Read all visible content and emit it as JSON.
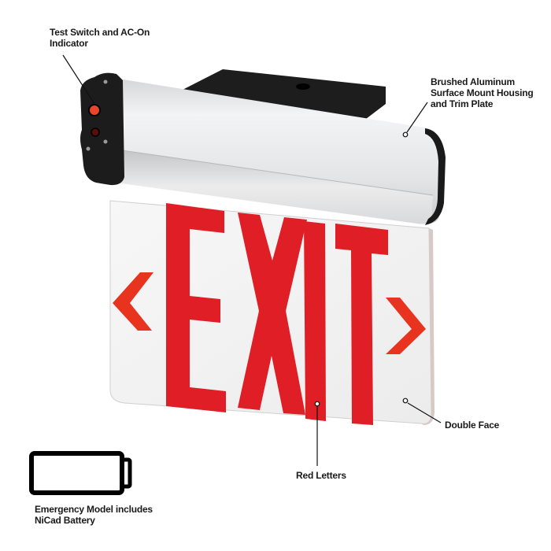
{
  "callouts": {
    "test_switch": {
      "lines": [
        "Test Switch and AC-On",
        "Indicator"
      ]
    },
    "housing": {
      "lines": [
        "Brushed Aluminum",
        "Surface Mount Housing",
        "and Trim Plate"
      ]
    },
    "double_face": {
      "lines": [
        "Double Face"
      ]
    },
    "red_letters": {
      "lines": [
        "Red Letters"
      ]
    },
    "battery": {
      "lines": [
        "Emergency Model includes",
        "NiCad Battery"
      ]
    }
  },
  "sign": {
    "text": "EXIT",
    "left_arrow": "<",
    "right_arrow": ">"
  },
  "colors": {
    "letter_red": "#e01e25",
    "housing_silver": "#e6e7e9",
    "end_cap_black": "#1b1b1b",
    "test_button": "#e8452c",
    "panel": "#f2f2f2",
    "text": "#1a1a1a"
  }
}
